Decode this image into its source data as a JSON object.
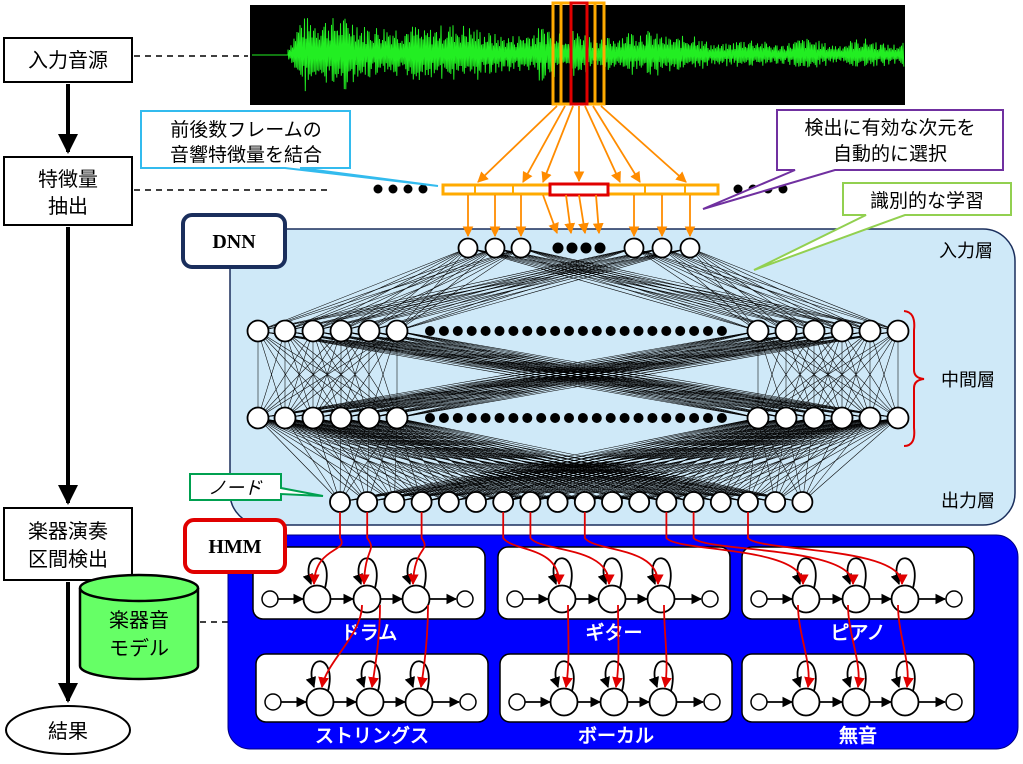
{
  "flow": {
    "step1": "入力音源",
    "step2_line1": "特徴量",
    "step2_line2": "抽出",
    "step3_line1": "楽器演奏",
    "step3_line2": "区間検出",
    "result": "結果",
    "model_line1": "楽器音",
    "model_line2": "モデル"
  },
  "callouts": {
    "combine_line1": "前後数フレームの",
    "combine_line2": "音響特徴量を結合",
    "select_line1": "検出に有効な次元を",
    "select_line2": "自動的に選択",
    "discriminative": "識別的な学習",
    "node": "ノード"
  },
  "dnn": {
    "title": "DNN",
    "input_layer": "入力層",
    "hidden_layer": "中間層",
    "output_layer": "出力層"
  },
  "hmm": {
    "title": "HMM",
    "models": [
      "ドラム",
      "ギター",
      "ピアノ",
      "ストリングス",
      "ボーカル",
      "無音"
    ]
  },
  "colors": {
    "waveform_bg": "#000000",
    "waveform": "#22ee22",
    "frame_orange": "#ffaa00",
    "frame_red": "#e00000",
    "arrow_orange": "#ff8c00",
    "dnn_bg": "#cfe9f8",
    "dnn_border": "#1a2e5c",
    "hmm_bg": "#0000ff",
    "hmm_border": "#e00000",
    "callout_blue": "#33bbee",
    "callout_purple": "#7030a0",
    "callout_green": "#92d050",
    "node_callout_green": "#00a050",
    "model_fill": "#66ff66",
    "red_arrow": "#e00000",
    "hidden_bracket": "#e00000"
  }
}
